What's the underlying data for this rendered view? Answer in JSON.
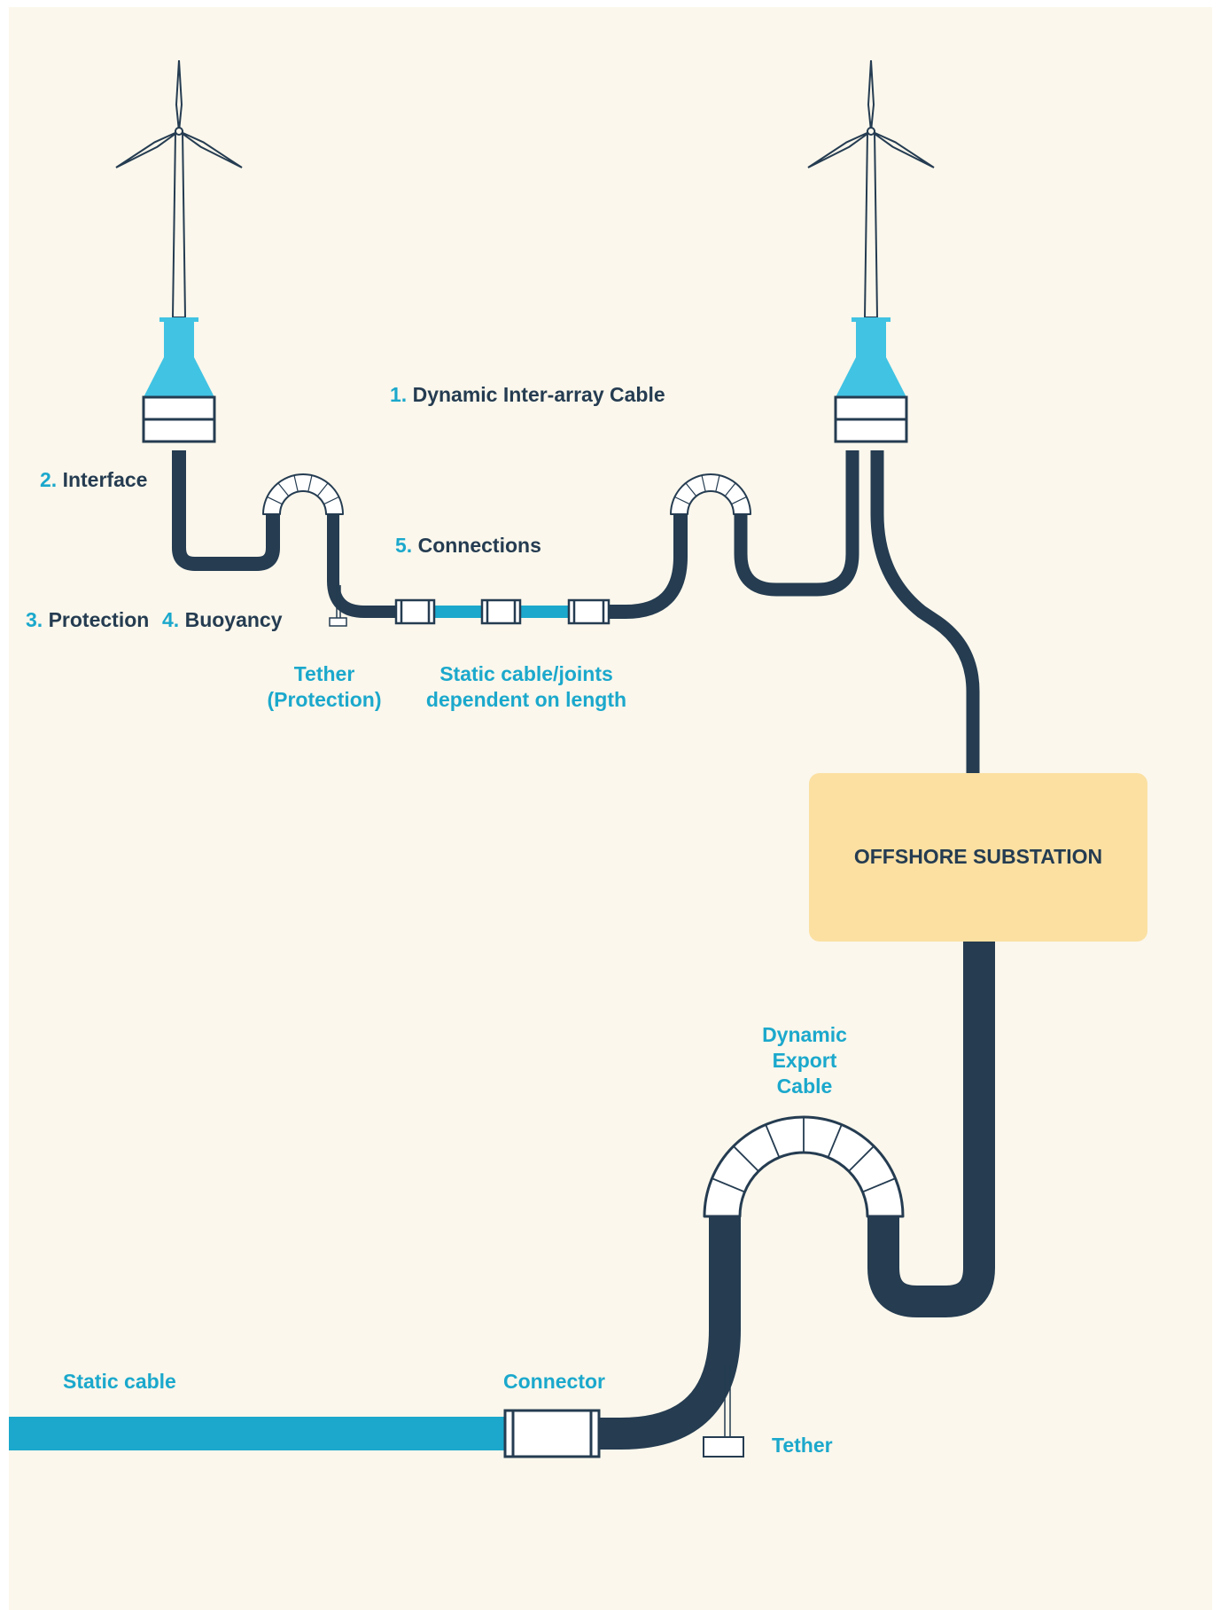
{
  "colors": {
    "background": "#fbf7ec",
    "cable_dark": "#253c51",
    "accent_blue": "#1ba8cc",
    "turbine_base": "#41c3e3",
    "substation": "#fbe0a2"
  },
  "labels": {
    "dynamic_inter_array": {
      "num": "1.",
      "text": "Dynamic Inter-array Cable"
    },
    "interface": {
      "num": "2.",
      "text": "Interface"
    },
    "protection": {
      "num": "3.",
      "text": "Protection"
    },
    "buoyancy": {
      "num": "4.",
      "text": "Buoyancy"
    },
    "connections": {
      "num": "5.",
      "text": "Connections"
    },
    "tether_protection": [
      "Tether",
      "(Protection)"
    ],
    "static_joints": [
      "Static cable/joints",
      "dependent on length"
    ],
    "substation": "OFFSHORE SUBSTATION",
    "dynamic_export": [
      "Dynamic",
      "Export",
      "Cable"
    ],
    "static_cable": "Static cable",
    "connector": "Connector",
    "tether": "Tether"
  },
  "icons": [
    "wind-turbine-icon",
    "buoyancy-module-icon",
    "connector-icon",
    "tether-anchor-icon"
  ]
}
